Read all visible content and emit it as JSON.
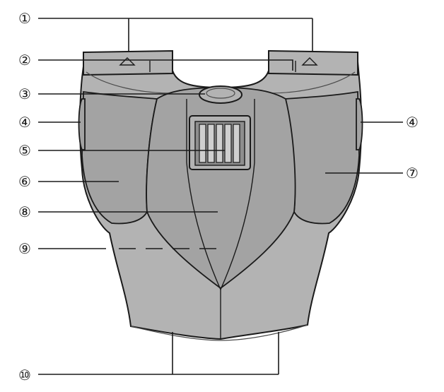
{
  "callouts": [
    {
      "id": "1",
      "label": "①"
    },
    {
      "id": "2",
      "label": "②"
    },
    {
      "id": "3",
      "label": "③"
    },
    {
      "id": "4a",
      "label": "④"
    },
    {
      "id": "4b",
      "label": "④"
    },
    {
      "id": "5",
      "label": "⑤"
    },
    {
      "id": "6",
      "label": "⑥"
    },
    {
      "id": "7",
      "label": "⑦"
    },
    {
      "id": "8",
      "label": "⑧"
    },
    {
      "id": "9",
      "label": "⑨"
    },
    {
      "id": "10",
      "label": "⑩"
    }
  ],
  "colors": {
    "body": "#b3b3b3",
    "body_dark": "#a3a3a3",
    "outline": "#1a1a1a"
  }
}
